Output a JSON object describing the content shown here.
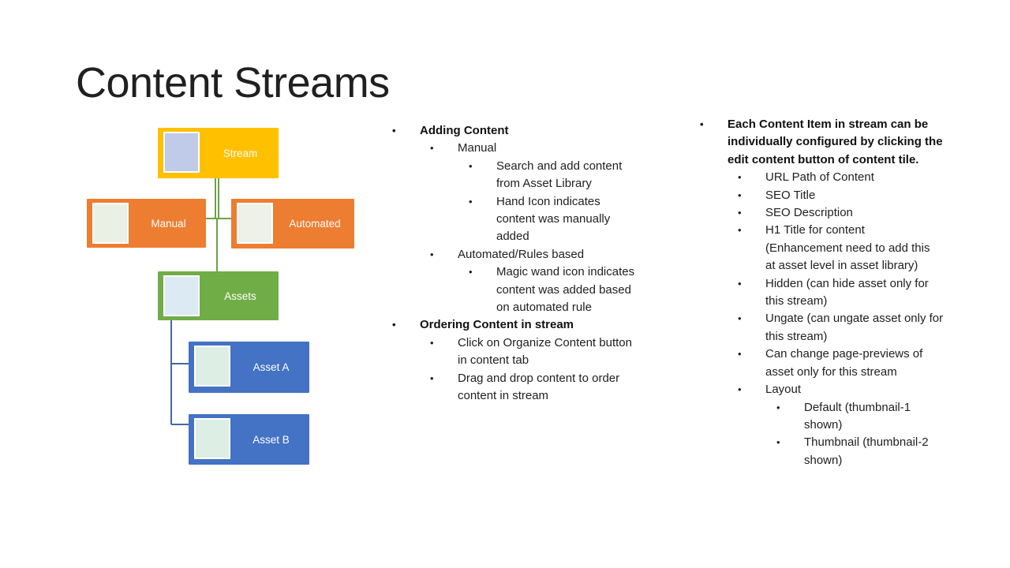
{
  "slide": {
    "title": "Content Streams",
    "background_color": "#ffffff"
  },
  "diagram": {
    "nodes": [
      {
        "id": "stream",
        "label": "Stream",
        "color": "#FFC000",
        "thumb_color": "#BFCBE8"
      },
      {
        "id": "manual",
        "label": "Manual",
        "color": "#ED7D31",
        "thumb_color": "#EBF0E4"
      },
      {
        "id": "automated",
        "label": "Automated",
        "color": "#ED7D31",
        "thumb_color": "#EDF1E8"
      },
      {
        "id": "assets",
        "label": "Assets",
        "color": "#70AD47",
        "thumb_color": "#DCEAF3"
      },
      {
        "id": "asset-a",
        "label": "Asset A",
        "color": "#4472C4",
        "thumb_color": "#DDEEE5"
      },
      {
        "id": "asset-b",
        "label": "Asset B",
        "color": "#4472C4",
        "thumb_color": "#DDEEE5"
      }
    ],
    "connector_colors": {
      "stream_tree": "#6CA345",
      "asset_tree": "#44699D"
    }
  },
  "columns": {
    "bullet_glyph": "•",
    "middle": {
      "items": [
        {
          "level": 1,
          "bold": true,
          "text": "Adding Content"
        },
        {
          "level": 2,
          "bold": false,
          "text": "Manual"
        },
        {
          "level": 3,
          "bold": false,
          "text": "Search and add content\nfrom Asset Library"
        },
        {
          "level": 3,
          "bold": false,
          "text": "Hand Icon indicates\ncontent was manually\nadded"
        },
        {
          "level": 2,
          "bold": false,
          "text": "Automated/Rules based"
        },
        {
          "level": 3,
          "bold": false,
          "text": "Magic wand icon indicates\ncontent was added based\non automated rule"
        },
        {
          "level": 1,
          "bold": true,
          "text": "Ordering Content in stream"
        },
        {
          "level": 2,
          "bold": false,
          "text": "Click on Organize Content button\nin content tab"
        },
        {
          "level": 2,
          "bold": false,
          "text": "Drag and drop content to order\ncontent in stream"
        }
      ]
    },
    "right": {
      "items": [
        {
          "level": 1,
          "bold": true,
          "text": "Each Content Item in stream can be\nindividually configured by clicking the\nedit content button of content tile."
        },
        {
          "level": 2,
          "bold": false,
          "text": "URL Path of Content"
        },
        {
          "level": 2,
          "bold": false,
          "text": "SEO Title"
        },
        {
          "level": 2,
          "bold": false,
          "text": "SEO Description"
        },
        {
          "level": 2,
          "bold": false,
          "text": "H1 Title for content\n(Enhancement need to add this\nat asset level in asset library)"
        },
        {
          "level": 2,
          "bold": false,
          "text": "Hidden (can hide asset only for\nthis stream)"
        },
        {
          "level": 2,
          "bold": false,
          "text": "Ungate (can ungate asset only for\nthis stream)"
        },
        {
          "level": 2,
          "bold": false,
          "text": "Can change page-previews of\nasset only for this stream"
        },
        {
          "level": 2,
          "bold": false,
          "text": "Layout"
        },
        {
          "level": 3,
          "bold": false,
          "text": "Default (thumbnail-1\nshown)"
        },
        {
          "level": 3,
          "bold": false,
          "text": "Thumbnail (thumbnail-2\nshown)"
        }
      ]
    }
  }
}
